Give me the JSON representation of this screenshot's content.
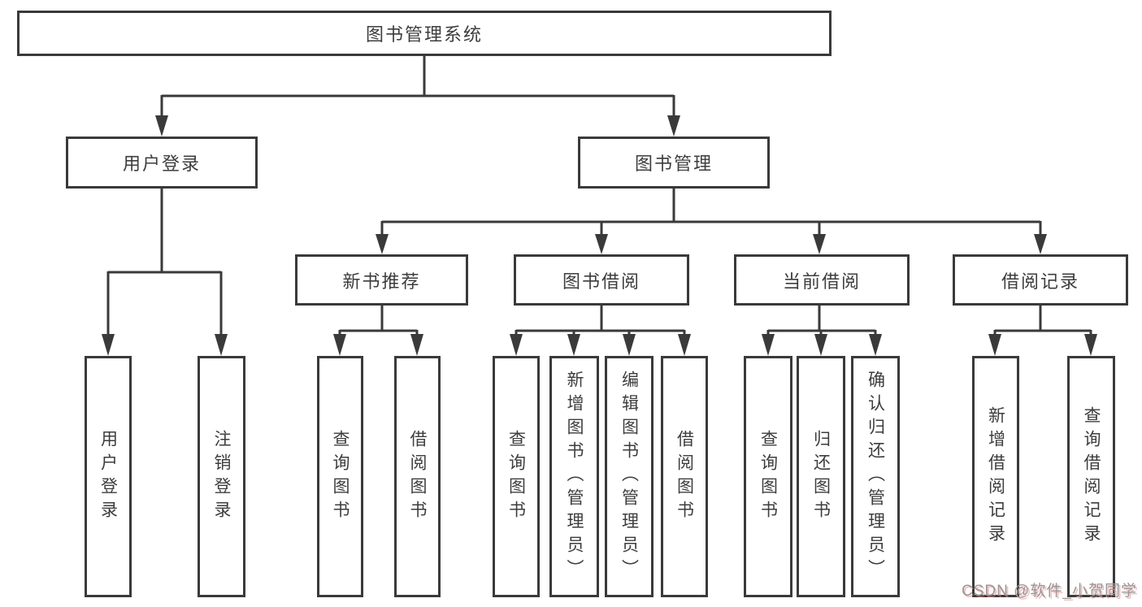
{
  "tree": {
    "root": {
      "label": "图书管理系统"
    },
    "login": {
      "label": "用户登录",
      "children": [
        "用户登录",
        "注销登录"
      ]
    },
    "mgmt": {
      "label": "图书管理",
      "children": [
        {
          "label": "新书推荐",
          "children": [
            "查询图书",
            "借阅图书"
          ]
        },
        {
          "label": "图书借阅",
          "children": [
            "查询图书",
            "新增图书（管理员）",
            "编辑图书（管理员）",
            "借阅图书"
          ]
        },
        {
          "label": "当前借阅",
          "children": [
            "查询图书",
            "归还图书",
            "确认归还（管理员）"
          ]
        },
        {
          "label": "借阅记录",
          "children": [
            "新增借阅记录",
            "查询借阅记录"
          ]
        }
      ]
    }
  },
  "watermark": {
    "text": "CSDN @软件_小贺同学"
  },
  "colors": {
    "line": "#3a3a3a",
    "border": "#3a3a3a",
    "text": "#3d3d3d",
    "background": "#ffffff",
    "watermark_gray": "#979797",
    "watermark_accent": "#ec8282"
  }
}
